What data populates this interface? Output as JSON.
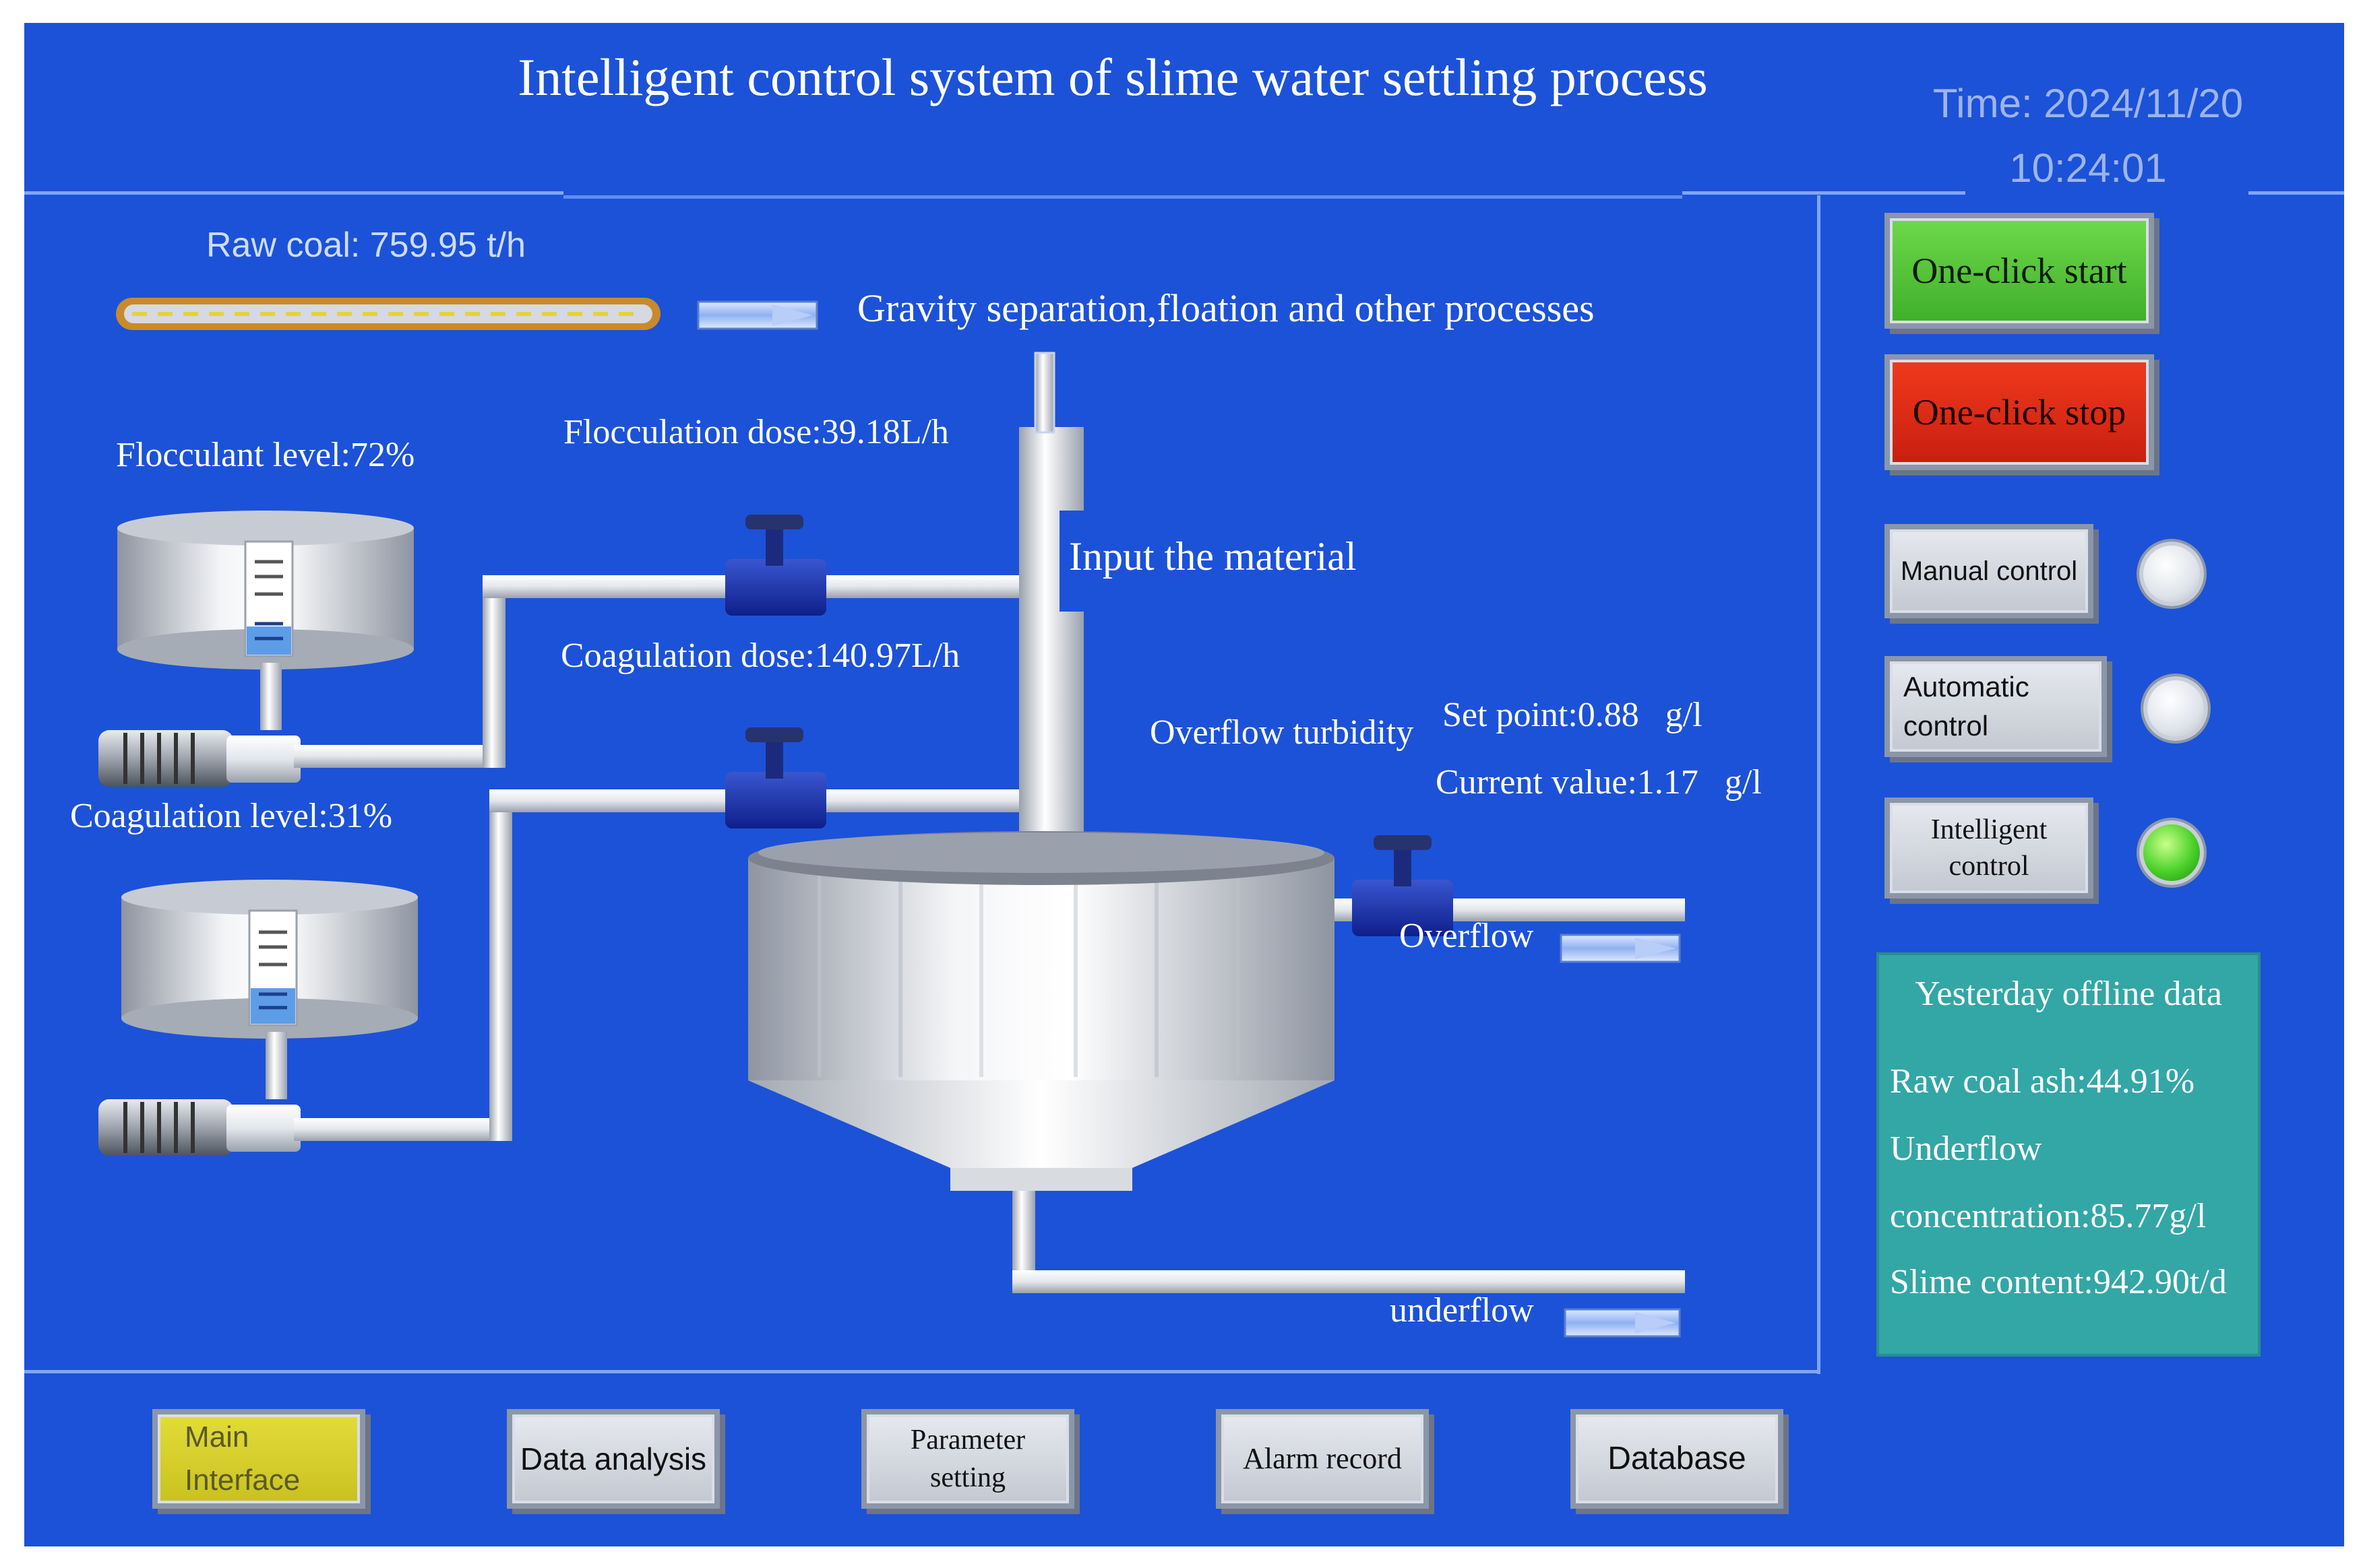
{
  "header": {
    "title": "Intelligent control system of slime water settling process",
    "time_line1": "Time: 2024/11/20",
    "time_line2": "10:24:01"
  },
  "process": {
    "raw_coal": "Raw coal: 759.95 t/h",
    "gravity_label": "Gravity separation,floation and other processes",
    "flocculant_level": "Flocculant level:72%",
    "flocculation_dose": "Flocculation dose:39.18L/h",
    "input_material": "Input the material",
    "coagulation_dose": "Coagulation dose:140.97L/h",
    "coagulation_level": "Coagulation level:31%",
    "overflow_turbidity": "Overflow turbidity",
    "set_point": "Set point:0.88   g/l",
    "current_value": "Current value:1.17   g/l",
    "overflow": "Overflow",
    "underflow": "underflow",
    "flocculant_level_value": 0.72,
    "coagulation_level_value": 0.31
  },
  "controls": {
    "start": "One-click start",
    "stop": "One-click stop",
    "manual": "Manual control",
    "automatic_1": "Automatic",
    "automatic_2": "control",
    "intelligent_1": "Intelligent",
    "intelligent_2": "control",
    "lamp_manual": "off",
    "lamp_automatic": "off",
    "lamp_intelligent": "on"
  },
  "offline": {
    "title": "Yesterday offline data",
    "raw_coal_ash": "Raw coal ash:44.91%",
    "underflow_1": "Underflow",
    "underflow_2": "concentration:85.77g/l",
    "slime_content": "Slime content:942.90t/d"
  },
  "nav": {
    "main_1": "Main",
    "main_2": "Interface",
    "data_analysis": "Data analysis",
    "param_1": "Parameter",
    "param_2": "setting",
    "alarm": "Alarm record",
    "database": "Database"
  },
  "colors": {
    "background": "#1c52d8",
    "start_green": "#4fc233",
    "stop_red": "#e02a14",
    "main_yellow": "#d4cd2c",
    "panel_teal": "#33a6a6"
  }
}
